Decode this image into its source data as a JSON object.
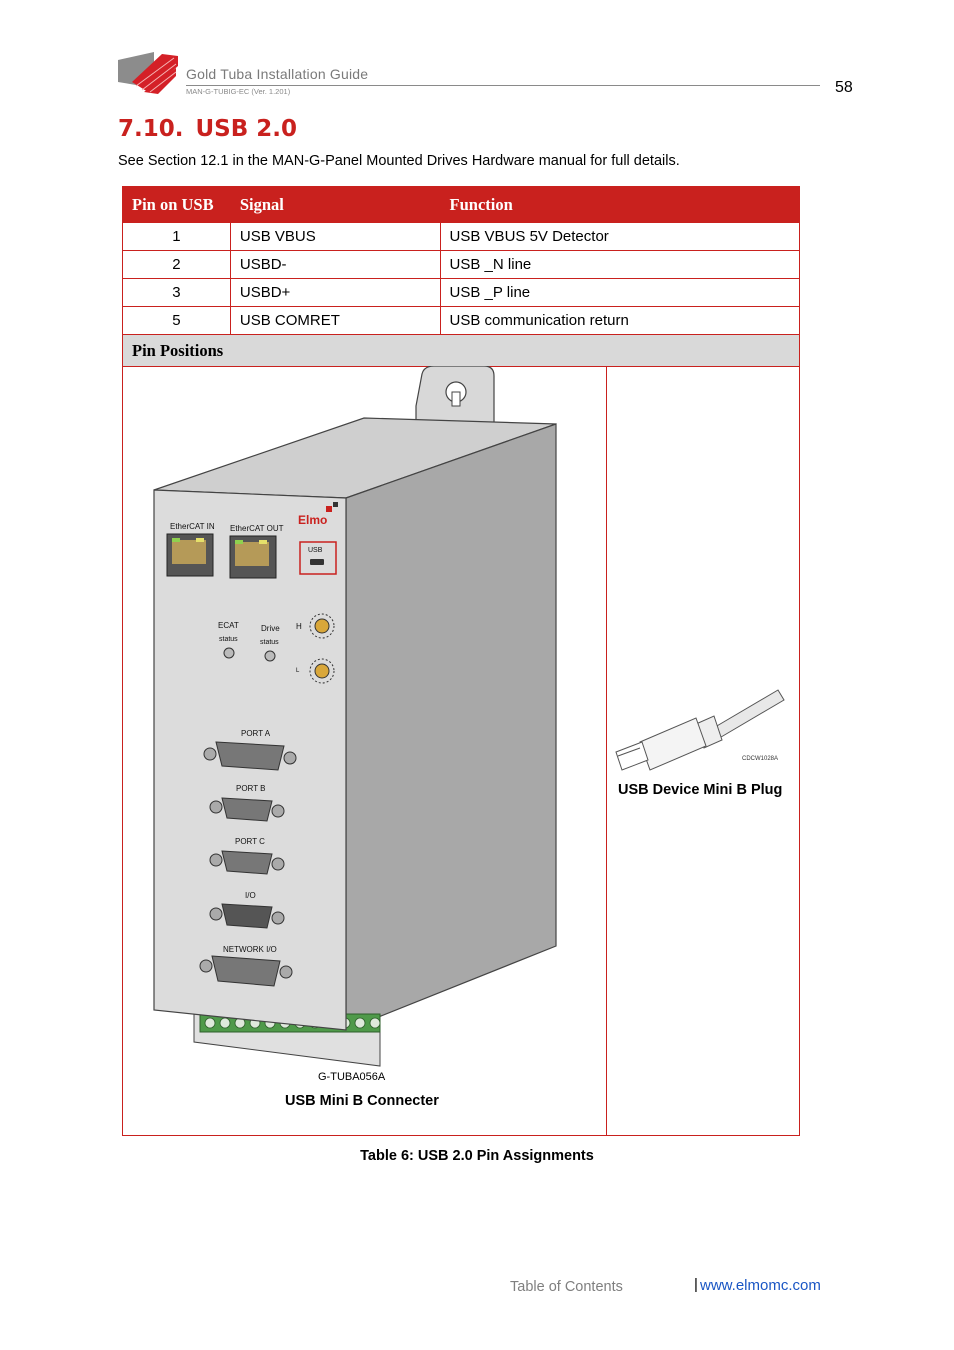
{
  "header": {
    "title": "Gold Tuba Installation Guide",
    "doc_code": "MAN-G-TUBIG-EC (Ver. 1.201)",
    "page_number": "58"
  },
  "section": {
    "number": "7.10.",
    "title": "USB 2.0",
    "intro": "See Section 12.1 in the MAN-G-Panel Mounted Drives Hardware manual for full details."
  },
  "table": {
    "headers": [
      "Pin on USB",
      "Signal",
      "Function"
    ],
    "rows": [
      [
        "1",
        "USB VBUS",
        "USB VBUS 5V Detector"
      ],
      [
        "2",
        "USBD-",
        "USB _N line"
      ],
      [
        "3",
        "USBD+",
        "USB _P line"
      ],
      [
        "5",
        "USB COMRET",
        "USB communication return"
      ]
    ],
    "positions_label": "Pin Positions"
  },
  "drive_image": {
    "labels": {
      "ethercat_in": "EtherCAT IN",
      "ethercat_out": "EtherCAT OUT",
      "brand": "Elmo",
      "usb": "USB",
      "ecat": "ECAT",
      "ecat_status": "status",
      "drive": "Drive",
      "drive_status": "status",
      "h": "H",
      "l": "L",
      "port_a": "PORT A",
      "port_b": "PORT B",
      "port_c": "PORT C",
      "io": "I/O",
      "network_io": "NETWORK I/O"
    },
    "code": "G-TUBA056A",
    "caption": "USB Mini B Connecter"
  },
  "plug_image": {
    "code": "CDCW1028A",
    "caption": "USB Device Mini B Plug"
  },
  "table_caption": "Table 6: USB 2.0 Pin Assignments",
  "footer": {
    "toc": "Table of Contents",
    "separator": "|",
    "link": "www.elmomc.com"
  },
  "colors": {
    "accent": "#c9211e",
    "link": "#1a56c4"
  }
}
